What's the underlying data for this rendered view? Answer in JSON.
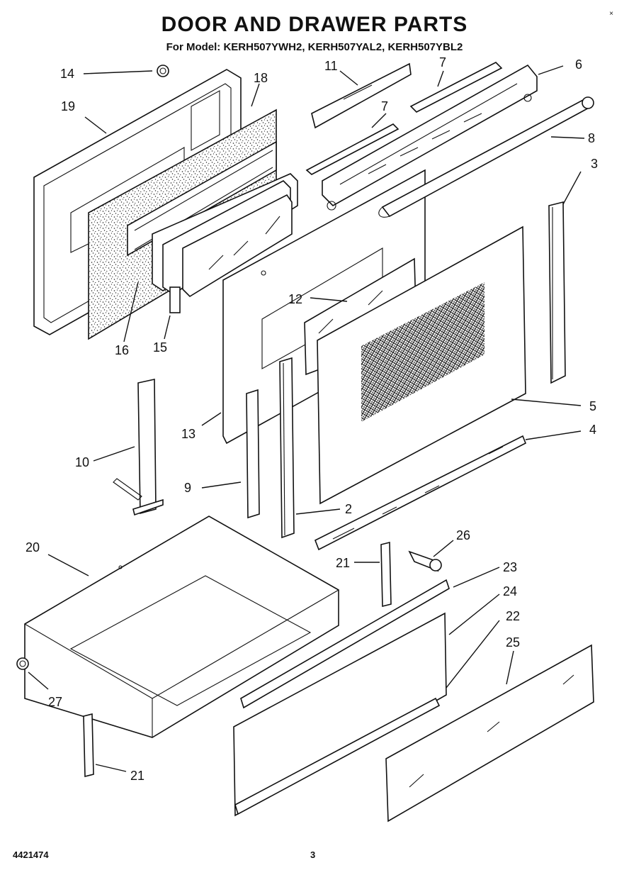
{
  "header": {
    "title": "DOOR AND DRAWER PARTS",
    "subtitle": "For Model: KERH507YWH2, KERH507YAL2, KERH507YBL2",
    "corner_mark": "×"
  },
  "footer": {
    "doc_number": "4421474",
    "page_number": "3"
  },
  "callouts": {
    "c14": "14",
    "c18": "18",
    "c19": "19",
    "c11": "11",
    "c7a": "7",
    "c6": "6",
    "c7b": "7",
    "c8": "8",
    "c3": "3",
    "c12": "12",
    "c16": "16",
    "c15": "15",
    "c13": "13",
    "c10": "10",
    "c5": "5",
    "c4": "4",
    "c9": "9",
    "c2": "2",
    "c20": "20",
    "c26": "26",
    "c21a": "21",
    "c23": "23",
    "c24": "24",
    "c22": "22",
    "c25": "25",
    "c27": "27",
    "c21b": "21"
  }
}
